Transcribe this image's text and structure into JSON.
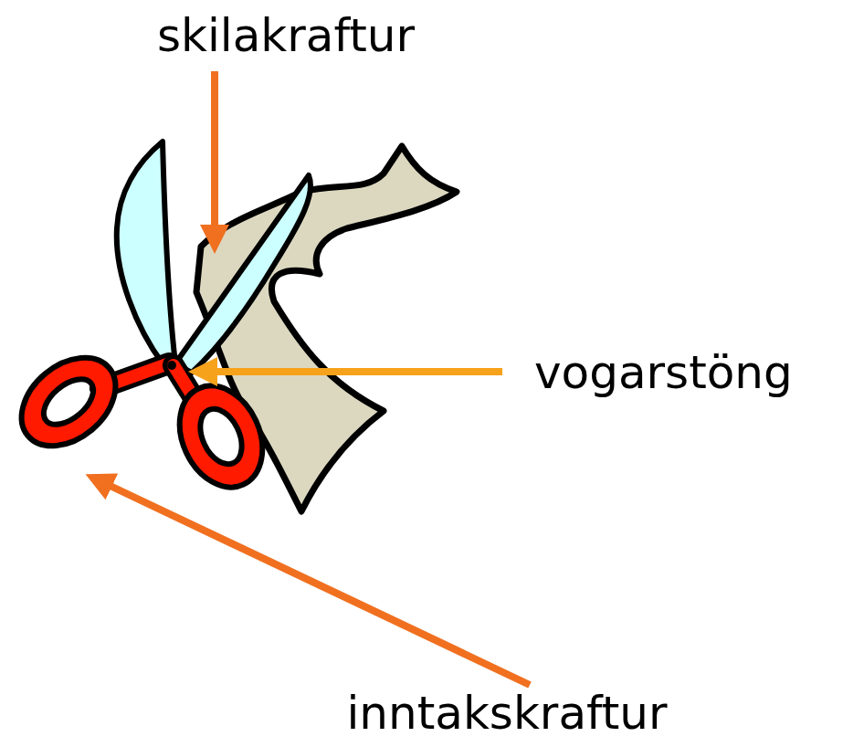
{
  "diagram": {
    "labels": [
      "skilakraftur",
      "vogarstöng",
      "inntakskraftur"
    ]
  }
}
